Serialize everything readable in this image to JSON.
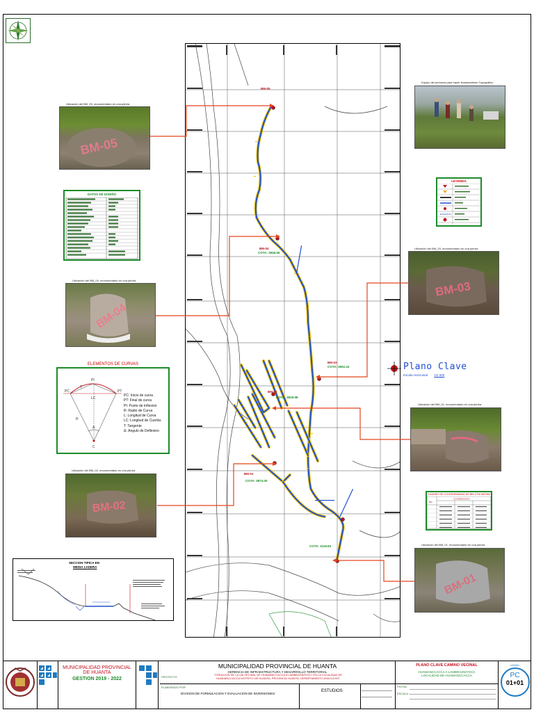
{
  "captions": {
    "bm05": "Ubicación del BM_05, monumentado en una piedra",
    "bm04": "Ubicación del BM_04, monumentado en una piedra",
    "bm03": "Ubicación del BM_03, monumentado en una piedra",
    "bm02": "Ubicación del BM_02, monumentado en una piedra",
    "bm01": "Ubicación del BM_01, monumentado en una piedra",
    "equipo": "Equipo del personal para hacer levantamiento Topográfico"
  },
  "datos_diseno": {
    "title": "DATOS DE DISEÑO"
  },
  "curvas": {
    "title": "ELEMENTOS DE CURVAS",
    "diagram_labels": [
      "PC",
      "PI",
      "PT",
      "T",
      "LC",
      "R",
      "Δ",
      "C"
    ],
    "legend": [
      "PC: Inicio de curva",
      "PT: Final de curva",
      "PI: Punto de Inflexion",
      "R: Radio de Curva",
      "L: Longitud de Curva",
      "LC: Longitud de Cuerda",
      "T: Tangente",
      "Δ: Angulo de Deflexion"
    ]
  },
  "seccion": {
    "title": "SECCION TIPICA EN",
    "subtitle": "MEDIA LADERA"
  },
  "leyenda": {
    "title": "LEYENDA"
  },
  "plano_clave": {
    "title": "Plano Clave",
    "scale_label": "Escala Horizontal",
    "scale_value": "1/2 500"
  },
  "cuadro_bm": {
    "title": "CUADRO DE COORDENADAS DE BM UTM WGS84",
    "headers": [
      "BM",
      "COORDENADAS"
    ]
  },
  "map_labels": {
    "bm05": "BM-05",
    "bm04": "BM-04",
    "bm04_cota": "COTA: 3949.65",
    "bm03": "BM-03",
    "bm03_cota": "COTA: 3902.43",
    "bm02": "BM-02",
    "bm02_cota": "COTA: 3818.98",
    "bm01": "BM-01",
    "bm01_cota": "COTA: 3873.00",
    "bm00_cota": "COTA: 3119.83"
  },
  "title_block": {
    "muni_name_1": "MUNICIPALIDAD PROVINCIAL",
    "muni_name_2": "DE HUANTA",
    "gestion": "GESTION 2019 - 2022",
    "header_main": "MUNICIPALIDAD PROVINCIAL DE HUANTA",
    "header_sub": "GERENCIA DE INFRAESTRUCTURA Y DESARROLLO TERRITORIAL",
    "proyecto_label": "PROYECTO:",
    "proyecto_text": "\"CREACION DE LA VIA VECINAL DE HUAMANCCACCA A LAMBRASNIYOCC EN LA LOCALIDAD DE HUAMANCCACCA DISTRITO DE HUANTA, PROVINCIA HUANTA, DEPARTAMENTO AYACUCHO\"",
    "elaborado_label": "ELABORADO POR:",
    "division": "DIVISION DE FORMULACION Y EVALUACION DE INVERSIONES",
    "etapa": "ESTUDIOS",
    "plano_title": "PLANO CLAVE CAMINO VECINAL",
    "plano_sub_1": "HUAMANCCACCA A LAMBRASNIYOCC",
    "plano_sub_2": "LOCALIDAD DE HUAMANCCACCA",
    "lamina_label": "LAMINA:",
    "lamina_code": "PC",
    "lamina_num": "01+01",
    "fecha_label": "FECHA:",
    "escala_label": "ESCALA:"
  },
  "colors": {
    "accent_red": "#c1121f",
    "border_green": "#1c8b2a",
    "route_blue": "#1f4fd1",
    "route_yellow": "#f2c200"
  }
}
